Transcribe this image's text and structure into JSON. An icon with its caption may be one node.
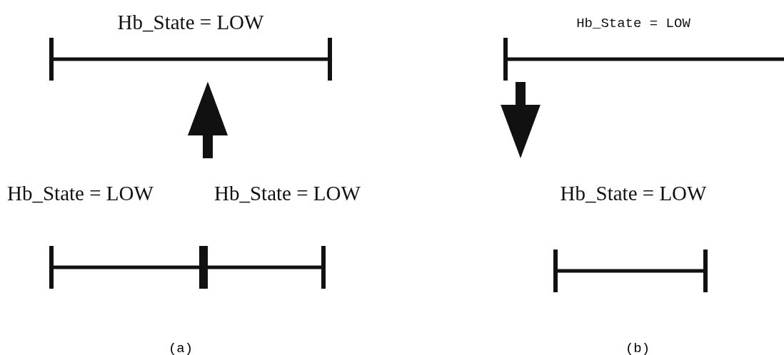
{
  "diagram": {
    "nodes": [
      {
        "text": [
          "Hb_State = LOW"
        ]
      },
      {
        "text": [
          "Hb_State = LOW"
        ]
      },
      {
        "text": [
          "Hb_State = LOW"
        ]
      },
      {
        "text": [
          "Hb_State = LOW"
        ]
      },
      {
        "text": [
          "Hb_State = LOW"
        ]
      }
    ],
    "edges": [
      {
        "from": 1,
        "to": 0,
        "arrow": "to"
      },
      {
        "from": 2,
        "to": 0,
        "arrow": "to"
      },
      {
        "from": 3,
        "to": 4,
        "arrow": "to"
      }
    ],
    "labels": [
      "(a)",
      "(b)"
    ]
  }
}
